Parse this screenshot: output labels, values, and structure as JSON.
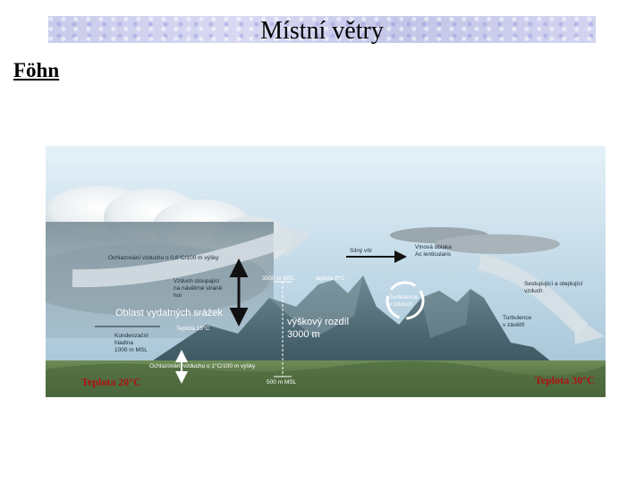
{
  "slide": {
    "title": "Místní větry",
    "subheading": "Föhn"
  },
  "diagram": {
    "labels": {
      "cooling_moist": "Ochlazování vzduchu o 0,6°C/100 m výšky",
      "rising_air_1": "Vzduch stoupající",
      "rising_air_2": "na návětrné straně",
      "rising_air_3": "hor",
      "heavy_precip": "Oblast vydatných srážek",
      "temp_15": "Teplota 15°C",
      "condensation_1": "Kondenzační",
      "condensation_2": "hladina",
      "condensation_3": "1000 m MSL",
      "cooling_dry": "Ochlazování vzduchu o 1°C/100 m výšky",
      "msl_3500": "3500 m MSL",
      "temp_0": "teplota 0°C",
      "height_diff_1": "výškový rozdíl",
      "height_diff_2": "3000 m",
      "msl_500": "500 m MSL",
      "strong_wind": "Silný vítr",
      "lenticular_1": "Vlnová oblaka",
      "lenticular_2": "Ac lenticularis",
      "turbulence_valleys_1": "Turbulence",
      "turbulence_valleys_2": "v údolích",
      "descending_1": "Sestupující a oteplující",
      "descending_2": "vzduch",
      "turbulence_lee_1": "Turbulence",
      "turbulence_lee_2": "v závětří",
      "temp_left": "Teplota 20°C",
      "temp_right": "Teplota 30°C"
    },
    "colors": {
      "sky_top": "#dfeef7",
      "sky_bottom": "#a9c6d8",
      "mountain": "#46606b",
      "ground": "#5f7d4b",
      "temp_text": "#b01010"
    }
  }
}
